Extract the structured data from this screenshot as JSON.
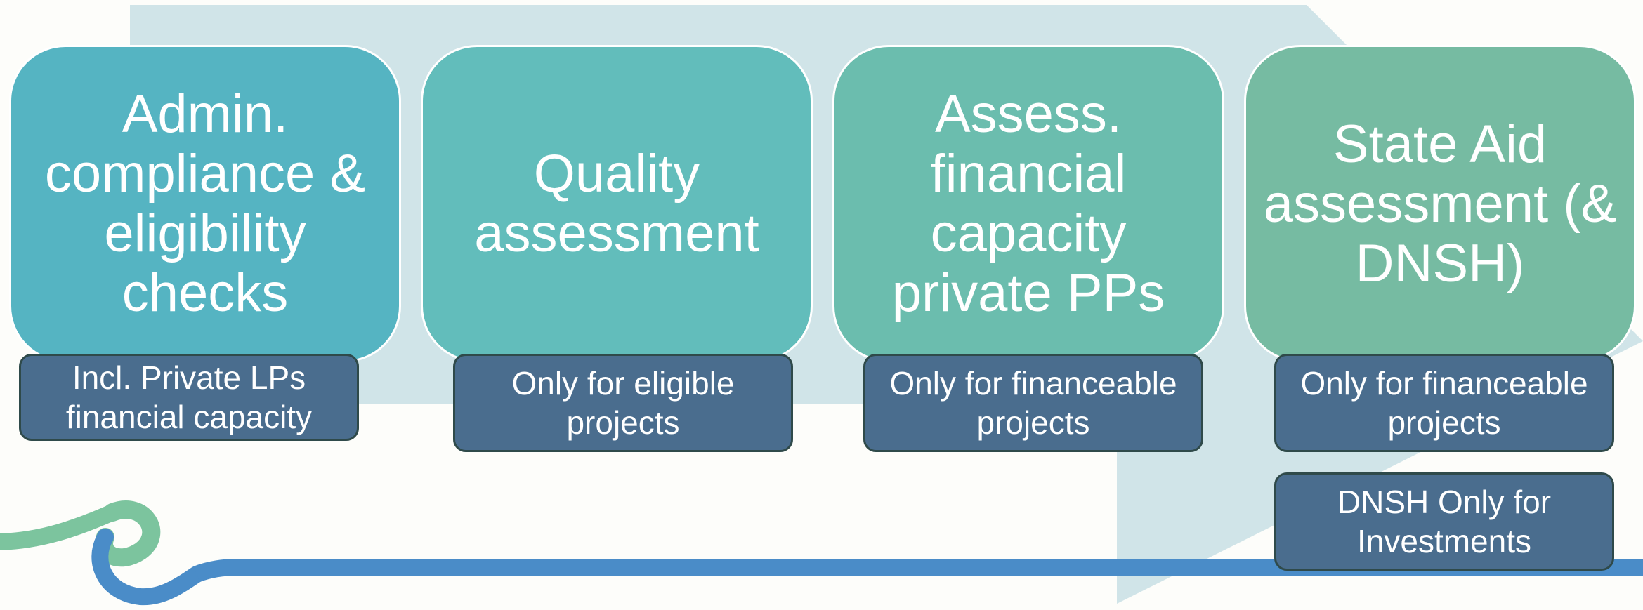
{
  "colors": {
    "arrow": "#d0e4e8",
    "stage_1": "#55b4c2",
    "stage_2": "#62bdbb",
    "stage_3": "#6bbdae",
    "stage_4": "#76bba2",
    "note_fill": "#4a6d8e",
    "note_border": "#2f4a4a",
    "logo_green": "#7cc49e",
    "logo_blue": "#4a8cc8"
  },
  "stages": [
    {
      "title": "Admin. compliance & eligibility checks"
    },
    {
      "title": "Quality assessment"
    },
    {
      "title": "Assess. financial capacity private PPs"
    },
    {
      "title": "State Aid assessment (& DNSH)"
    }
  ],
  "notes": [
    {
      "text": "Incl. Private LPs financial capacity"
    },
    {
      "text": "Only for eligible projects"
    },
    {
      "text": "Only for financeable projects"
    },
    {
      "text": "Only for financeable projects"
    },
    {
      "text": "DNSH Only for Investments"
    }
  ],
  "logo": {
    "icon": "swirl-logo-icon"
  }
}
